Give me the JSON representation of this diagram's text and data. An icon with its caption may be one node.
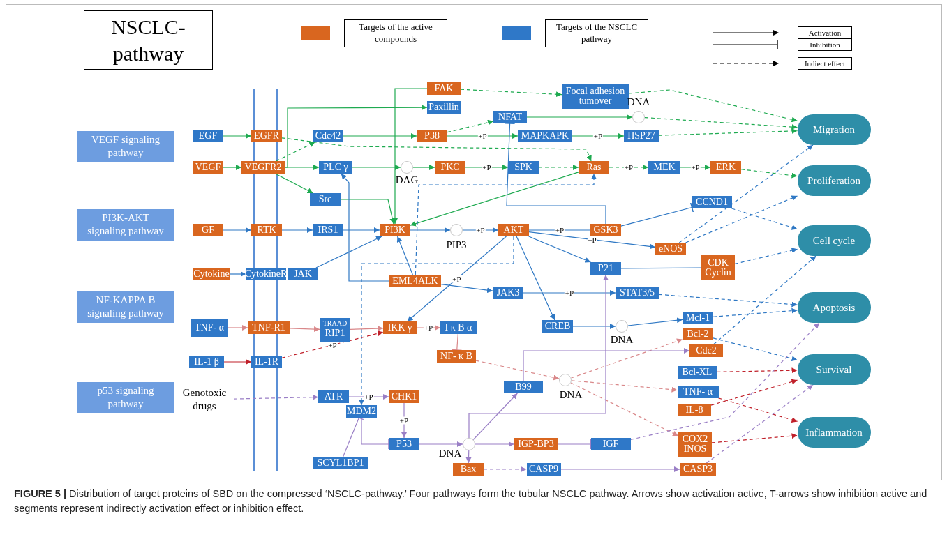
{
  "diagram": {
    "title": "NSCLC-pathway",
    "caption": "**FIGURE 5 |** Distribution of target proteins of SBD on the compressed ‘NSCLC-pathway.’ Four pathways form the tubular NSCLC pathway. Arrows show activation active, T-arrows show inhibition active and segments represent indirectly activation effect or inhibition effect.",
    "nodes": [
      {
        "text": [
          "VEGF signaling pathway"
        ]
      },
      {
        "text": [
          "PI3K-AKT signaling pathway"
        ]
      },
      {
        "text": [
          "NF-KAPPA B signaling pathway"
        ]
      },
      {
        "text": [
          "p53 signaling pathway"
        ]
      },
      {
        "text": [
          "EGF"
        ]
      },
      {
        "text": [
          "EGFR"
        ]
      },
      {
        "text": [
          "VEGF"
        ]
      },
      {
        "text": [
          "VEGFR2"
        ]
      },
      {
        "text": [
          "Cdc42"
        ]
      },
      {
        "text": [
          "PLC γ"
        ]
      },
      {
        "text": [
          "Src"
        ]
      },
      {
        "text": [
          "FAK"
        ]
      },
      {
        "text": [
          "Paxillin"
        ]
      },
      {
        "text": [
          "NFAT"
        ]
      },
      {
        "text": [
          "Focal adhesion tumover"
        ]
      },
      {
        "text": [
          "DNA"
        ]
      },
      {
        "text": [
          "P38"
        ]
      },
      {
        "text": [
          "MAPKAPK"
        ]
      },
      {
        "text": [
          "HSP27"
        ]
      },
      {
        "text": [
          "DAG"
        ]
      },
      {
        "text": [
          "PKC"
        ]
      },
      {
        "text": [
          "SPK"
        ]
      },
      {
        "text": [
          "Ras"
        ]
      },
      {
        "text": [
          "MEK"
        ]
      },
      {
        "text": [
          "ERK"
        ]
      },
      {
        "text": [
          "Migration"
        ]
      },
      {
        "text": [
          "Proliferation"
        ]
      },
      {
        "text": [
          "CCND1"
        ]
      },
      {
        "text": [
          "PI3K"
        ]
      },
      {
        "text": [
          "PIP3"
        ]
      },
      {
        "text": [
          "AKT"
        ]
      },
      {
        "text": [
          "GSK3"
        ]
      },
      {
        "text": [
          "GF"
        ]
      },
      {
        "text": [
          "RTK"
        ]
      },
      {
        "text": [
          "IRS1"
        ]
      },
      {
        "text": [
          "eNOS"
        ]
      },
      {
        "text": [
          "Cell cycle"
        ]
      },
      {
        "text": [
          "Cytokine"
        ]
      },
      {
        "text": [
          "CytokineR"
        ]
      },
      {
        "text": [
          "JAK"
        ]
      },
      {
        "text": [
          "EML4ALK"
        ]
      },
      {
        "text": [
          "P21"
        ]
      },
      {
        "text": [
          "CDK Cyclin"
        ]
      },
      {
        "text": [
          "JAK3"
        ]
      },
      {
        "text": [
          "STAT3/5"
        ]
      },
      {
        "text": [
          "Apoptosis"
        ]
      },
      {
        "text": [
          "TNF- α"
        ]
      },
      {
        "text": [
          "TNF-R1"
        ]
      },
      {
        "text": [
          "TRAAD",
          "RIP1"
        ]
      },
      {
        "text": [
          "IKK γ"
        ]
      },
      {
        "text": [
          "I κ B α"
        ]
      },
      {
        "text": [
          "CREB"
        ]
      },
      {
        "text": [
          "DNA"
        ]
      },
      {
        "text": [
          "Mcl-1"
        ]
      },
      {
        "text": [
          "Bcl-2"
        ]
      },
      {
        "text": [
          "IL-1 β"
        ]
      },
      {
        "text": [
          "IL-1R"
        ]
      },
      {
        "text": [
          "NF- κ B"
        ]
      },
      {
        "text": [
          "Cdc2"
        ]
      },
      {
        "text": [
          "Survival"
        ]
      },
      {
        "text": [
          "Bcl-XL"
        ]
      },
      {
        "text": [
          "B99"
        ]
      },
      {
        "text": [
          "DNA"
        ]
      },
      {
        "text": [
          "Genotoxic drugs"
        ]
      },
      {
        "text": [
          "ATR"
        ]
      },
      {
        "text": [
          "CHK1"
        ]
      },
      {
        "text": [
          "TNF- α"
        ]
      },
      {
        "text": [
          "IL-8"
        ]
      },
      {
        "text": [
          "MDM2"
        ]
      },
      {
        "text": [
          "P53"
        ]
      },
      {
        "text": [
          "DNA"
        ]
      },
      {
        "text": [
          "IGP-BP3"
        ]
      },
      {
        "text": [
          "IGF"
        ]
      },
      {
        "text": [
          "COX2 INOS"
        ]
      },
      {
        "text": [
          "Inflammation"
        ]
      },
      {
        "text": [
          "SCYL1BP1"
        ]
      },
      {
        "text": [
          "Bax"
        ]
      },
      {
        "text": [
          "CASP9"
        ]
      },
      {
        "text": [
          "CASP3"
        ]
      }
    ],
    "edges": [
      {
        "from": 4,
        "to": 5,
        "arrow": "to",
        "color": "#1eaa50"
      },
      {
        "from": 6,
        "to": 7,
        "arrow": "to",
        "color": "#1eaa50"
      },
      {
        "from": 5,
        "to": 22,
        "arrow": "to",
        "style": "dashed",
        "color": "#1eaa50"
      },
      {
        "from": 7,
        "to": 8,
        "arrow": "to",
        "style": "dashed",
        "color": "#1eaa50"
      },
      {
        "from": 7,
        "to": 9,
        "arrow": "to",
        "color": "#1eaa50"
      },
      {
        "from": 7,
        "to": 10,
        "arrow": "to",
        "color": "#1eaa50"
      },
      {
        "from": 7,
        "to": 12,
        "arrow": "to",
        "color": "#1eaa50"
      },
      {
        "from": 11,
        "to": 28,
        "arrow": "to",
        "color": "#1eaa50"
      },
      {
        "from": 11,
        "to": 14,
        "arrow": "to",
        "style": "dashed",
        "color": "#1eaa50"
      },
      {
        "from": 8,
        "to": 16,
        "arrow": "to",
        "color": "#1eaa50"
      },
      {
        "from": 16,
        "to": 13,
        "arrow": "to",
        "style": "dashed",
        "color": "#1eaa50"
      },
      {
        "from": 16,
        "to": 17,
        "arrow": "to",
        "label": "+P",
        "color": "#1eaa50"
      },
      {
        "from": 17,
        "to": 18,
        "arrow": "to",
        "label": "+P",
        "color": "#1eaa50"
      },
      {
        "from": 13,
        "to": 15,
        "arrow": "to",
        "color": "#1eaa50"
      },
      {
        "from": 9,
        "to": 19,
        "arrow": "to",
        "color": "#1eaa50"
      },
      {
        "from": 19,
        "to": 20,
        "arrow": "to",
        "color": "#1eaa50"
      },
      {
        "from": 20,
        "to": 21,
        "arrow": "to",
        "label": "+P",
        "color": "#1eaa50"
      },
      {
        "from": 21,
        "to": 22,
        "arrow": "to",
        "style": "dashed",
        "color": "#1eaa50"
      },
      {
        "from": 22,
        "to": 23,
        "arrow": "to",
        "label": "+P",
        "style": "dashed",
        "color": "#1eaa50"
      },
      {
        "from": 23,
        "to": 24,
        "arrow": "to",
        "label": "+P",
        "color": "#1eaa50"
      },
      {
        "from": 10,
        "to": 28,
        "arrow": "to",
        "color": "#1eaa50"
      },
      {
        "from": 22,
        "to": 28,
        "arrow": "to",
        "color": "#1eaa50"
      },
      {
        "from": 14,
        "to": 25,
        "arrow": "to",
        "style": "dashed",
        "color": "#1eaa50"
      },
      {
        "from": 15,
        "to": 25,
        "arrow": "to",
        "style": "dashed",
        "color": "#1eaa50"
      },
      {
        "from": 18,
        "to": 25,
        "arrow": "to",
        "style": "dashed",
        "color": "#1eaa50"
      },
      {
        "from": 24,
        "to": 26,
        "arrow": "to",
        "style": "dashed",
        "color": "#1eaa50"
      },
      {
        "from": 32,
        "to": 33,
        "arrow": "to"
      },
      {
        "from": 33,
        "to": 34,
        "arrow": "to"
      },
      {
        "from": 34,
        "to": 28,
        "arrow": "to"
      },
      {
        "from": 37,
        "to": 38,
        "arrow": "to"
      },
      {
        "from": 39,
        "to": 28,
        "arrow": "to"
      },
      {
        "from": 40,
        "to": 9,
        "arrow": "to"
      },
      {
        "from": 40,
        "to": 28,
        "arrow": "to"
      },
      {
        "from": 40,
        "to": 43,
        "arrow": "to"
      },
      {
        "from": 40,
        "to": 22,
        "arrow": "to",
        "style": "dashed"
      },
      {
        "from": 28,
        "to": 29,
        "arrow": "to"
      },
      {
        "from": 29,
        "to": 30,
        "arrow": "to",
        "label": "+P"
      },
      {
        "from": 30,
        "to": 31,
        "arrow": "other",
        "label": "+P"
      },
      {
        "from": 30,
        "to": 35,
        "arrow": "to",
        "label": "+P"
      },
      {
        "from": 30,
        "to": 41,
        "arrow": "to"
      },
      {
        "from": 30,
        "to": 49,
        "arrow": "to",
        "label": "+P"
      },
      {
        "from": 30,
        "to": 51,
        "arrow": "to"
      },
      {
        "from": 30,
        "to": 68,
        "arrow": "to",
        "style": "dashed"
      },
      {
        "from": 31,
        "to": 13,
        "arrow": "other"
      },
      {
        "from": 31,
        "to": 27,
        "arrow": "other"
      },
      {
        "from": 41,
        "to": 42,
        "arrow": "other"
      },
      {
        "from": 43,
        "to": 44,
        "arrow": "to",
        "label": "+P"
      },
      {
        "from": 51,
        "to": 52,
        "arrow": "to"
      },
      {
        "from": 52,
        "to": 53,
        "arrow": "to"
      },
      {
        "from": 27,
        "to": 36,
        "arrow": "to",
        "style": "dashed"
      },
      {
        "from": 35,
        "to": 25,
        "arrow": "to",
        "style": "dashed"
      },
      {
        "from": 35,
        "to": 26,
        "arrow": "to",
        "style": "dashed"
      },
      {
        "from": 42,
        "to": 36,
        "arrow": "to",
        "style": "dashed"
      },
      {
        "from": 44,
        "to": 45,
        "arrow": "to",
        "style": "dashed"
      },
      {
        "from": 53,
        "to": 45,
        "arrow": "to",
        "style": "dashed"
      },
      {
        "from": 58,
        "to": 36,
        "arrow": "to",
        "style": "dashed"
      },
      {
        "from": 54,
        "to": 59,
        "arrow": "to",
        "style": "dashed"
      },
      {
        "from": 46,
        "to": 47,
        "arrow": "to",
        "color": "#d9888a"
      },
      {
        "from": 47,
        "to": 48,
        "arrow": "to",
        "color": "#d9888a"
      },
      {
        "from": 48,
        "to": 49,
        "arrow": "to",
        "color": "#d9888a"
      },
      {
        "from": 55,
        "to": 56,
        "arrow": "to",
        "color": "#c0202a"
      },
      {
        "from": 56,
        "to": 49,
        "arrow": "to",
        "label": "+P",
        "style": "dashed",
        "color": "#c0202a"
      },
      {
        "from": 49,
        "to": 50,
        "arrow": "to",
        "label": "+P",
        "color": "#d9888a"
      },
      {
        "from": 50,
        "to": 57,
        "arrow": "other",
        "color": "#d9888a"
      },
      {
        "from": 57,
        "to": 62,
        "arrow": "to",
        "style": "dashed",
        "color": "#d9888a"
      },
      {
        "from": 62,
        "to": 54,
        "arrow": "to",
        "style": "dashed",
        "color": "#d9888a"
      },
      {
        "from": 62,
        "to": 66,
        "arrow": "to",
        "style": "dashed",
        "color": "#d9888a"
      },
      {
        "from": 62,
        "to": 73,
        "arrow": "to",
        "style": "dashed",
        "color": "#d9888a"
      },
      {
        "from": 60,
        "to": 59,
        "arrow": "to",
        "style": "dashed",
        "color": "#c0202a"
      },
      {
        "from": 66,
        "to": 74,
        "arrow": "to",
        "style": "dashed",
        "color": "#c0202a"
      },
      {
        "from": 67,
        "to": 59,
        "arrow": "to",
        "style": "dashed",
        "color": "#c0202a"
      },
      {
        "from": 73,
        "to": 74,
        "arrow": "to",
        "style": "dashed",
        "color": "#c0202a"
      },
      {
        "from": 72,
        "to": 45,
        "arrow": "to",
        "style": "dashed",
        "color": "#9a7fc6"
      },
      {
        "from": 78,
        "to": 59,
        "arrow": "to",
        "style": "dashed",
        "color": "#9a7fc6"
      },
      {
        "from": 63,
        "to": 64,
        "arrow": "to",
        "style": "dashed",
        "color": "#9a7fc6"
      },
      {
        "from": 64,
        "to": 65,
        "arrow": "to",
        "label": "+P",
        "color": "#9a7fc6"
      },
      {
        "from": 65,
        "to": 69,
        "arrow": "to",
        "label": "+P",
        "color": "#9a7fc6"
      },
      {
        "from": 68,
        "to": 69,
        "arrow": "other",
        "color": "#9a7fc6"
      },
      {
        "from": 75,
        "to": 68,
        "arrow": "other",
        "color": "#9a7fc6"
      },
      {
        "from": 69,
        "to": 70,
        "arrow": "to",
        "color": "#9a7fc6"
      },
      {
        "from": 70,
        "to": 61,
        "arrow": "to",
        "color": "#9a7fc6"
      },
      {
        "from": 70,
        "to": 71,
        "arrow": "to",
        "color": "#9a7fc6"
      },
      {
        "from": 70,
        "to": 76,
        "arrow": "to",
        "color": "#9a7fc6"
      },
      {
        "from": 70,
        "to": 41,
        "arrow": "to",
        "color": "#9a7fc6"
      },
      {
        "from": 61,
        "to": 58,
        "arrow": "to",
        "color": "#9a7fc6"
      },
      {
        "from": 71,
        "to": 72,
        "arrow": "other",
        "color": "#9a7fc6"
      },
      {
        "from": 76,
        "to": 77,
        "arrow": "to",
        "style": "dashed",
        "color": "#9a7fc6"
      },
      {
        "from": 77,
        "to": 78,
        "arrow": "to",
        "color": "#9a7fc6"
      }
    ],
    "legend": [
      {
        "text": "Targets of the active compounds",
        "color": "#d9661f"
      },
      {
        "text": "Targets of the NSCLC pathway",
        "color": "#2f78c8"
      },
      {
        "text": "Activation"
      },
      {
        "text": "Inhibition"
      },
      {
        "text": "Indiect effect"
      }
    ]
  }
}
